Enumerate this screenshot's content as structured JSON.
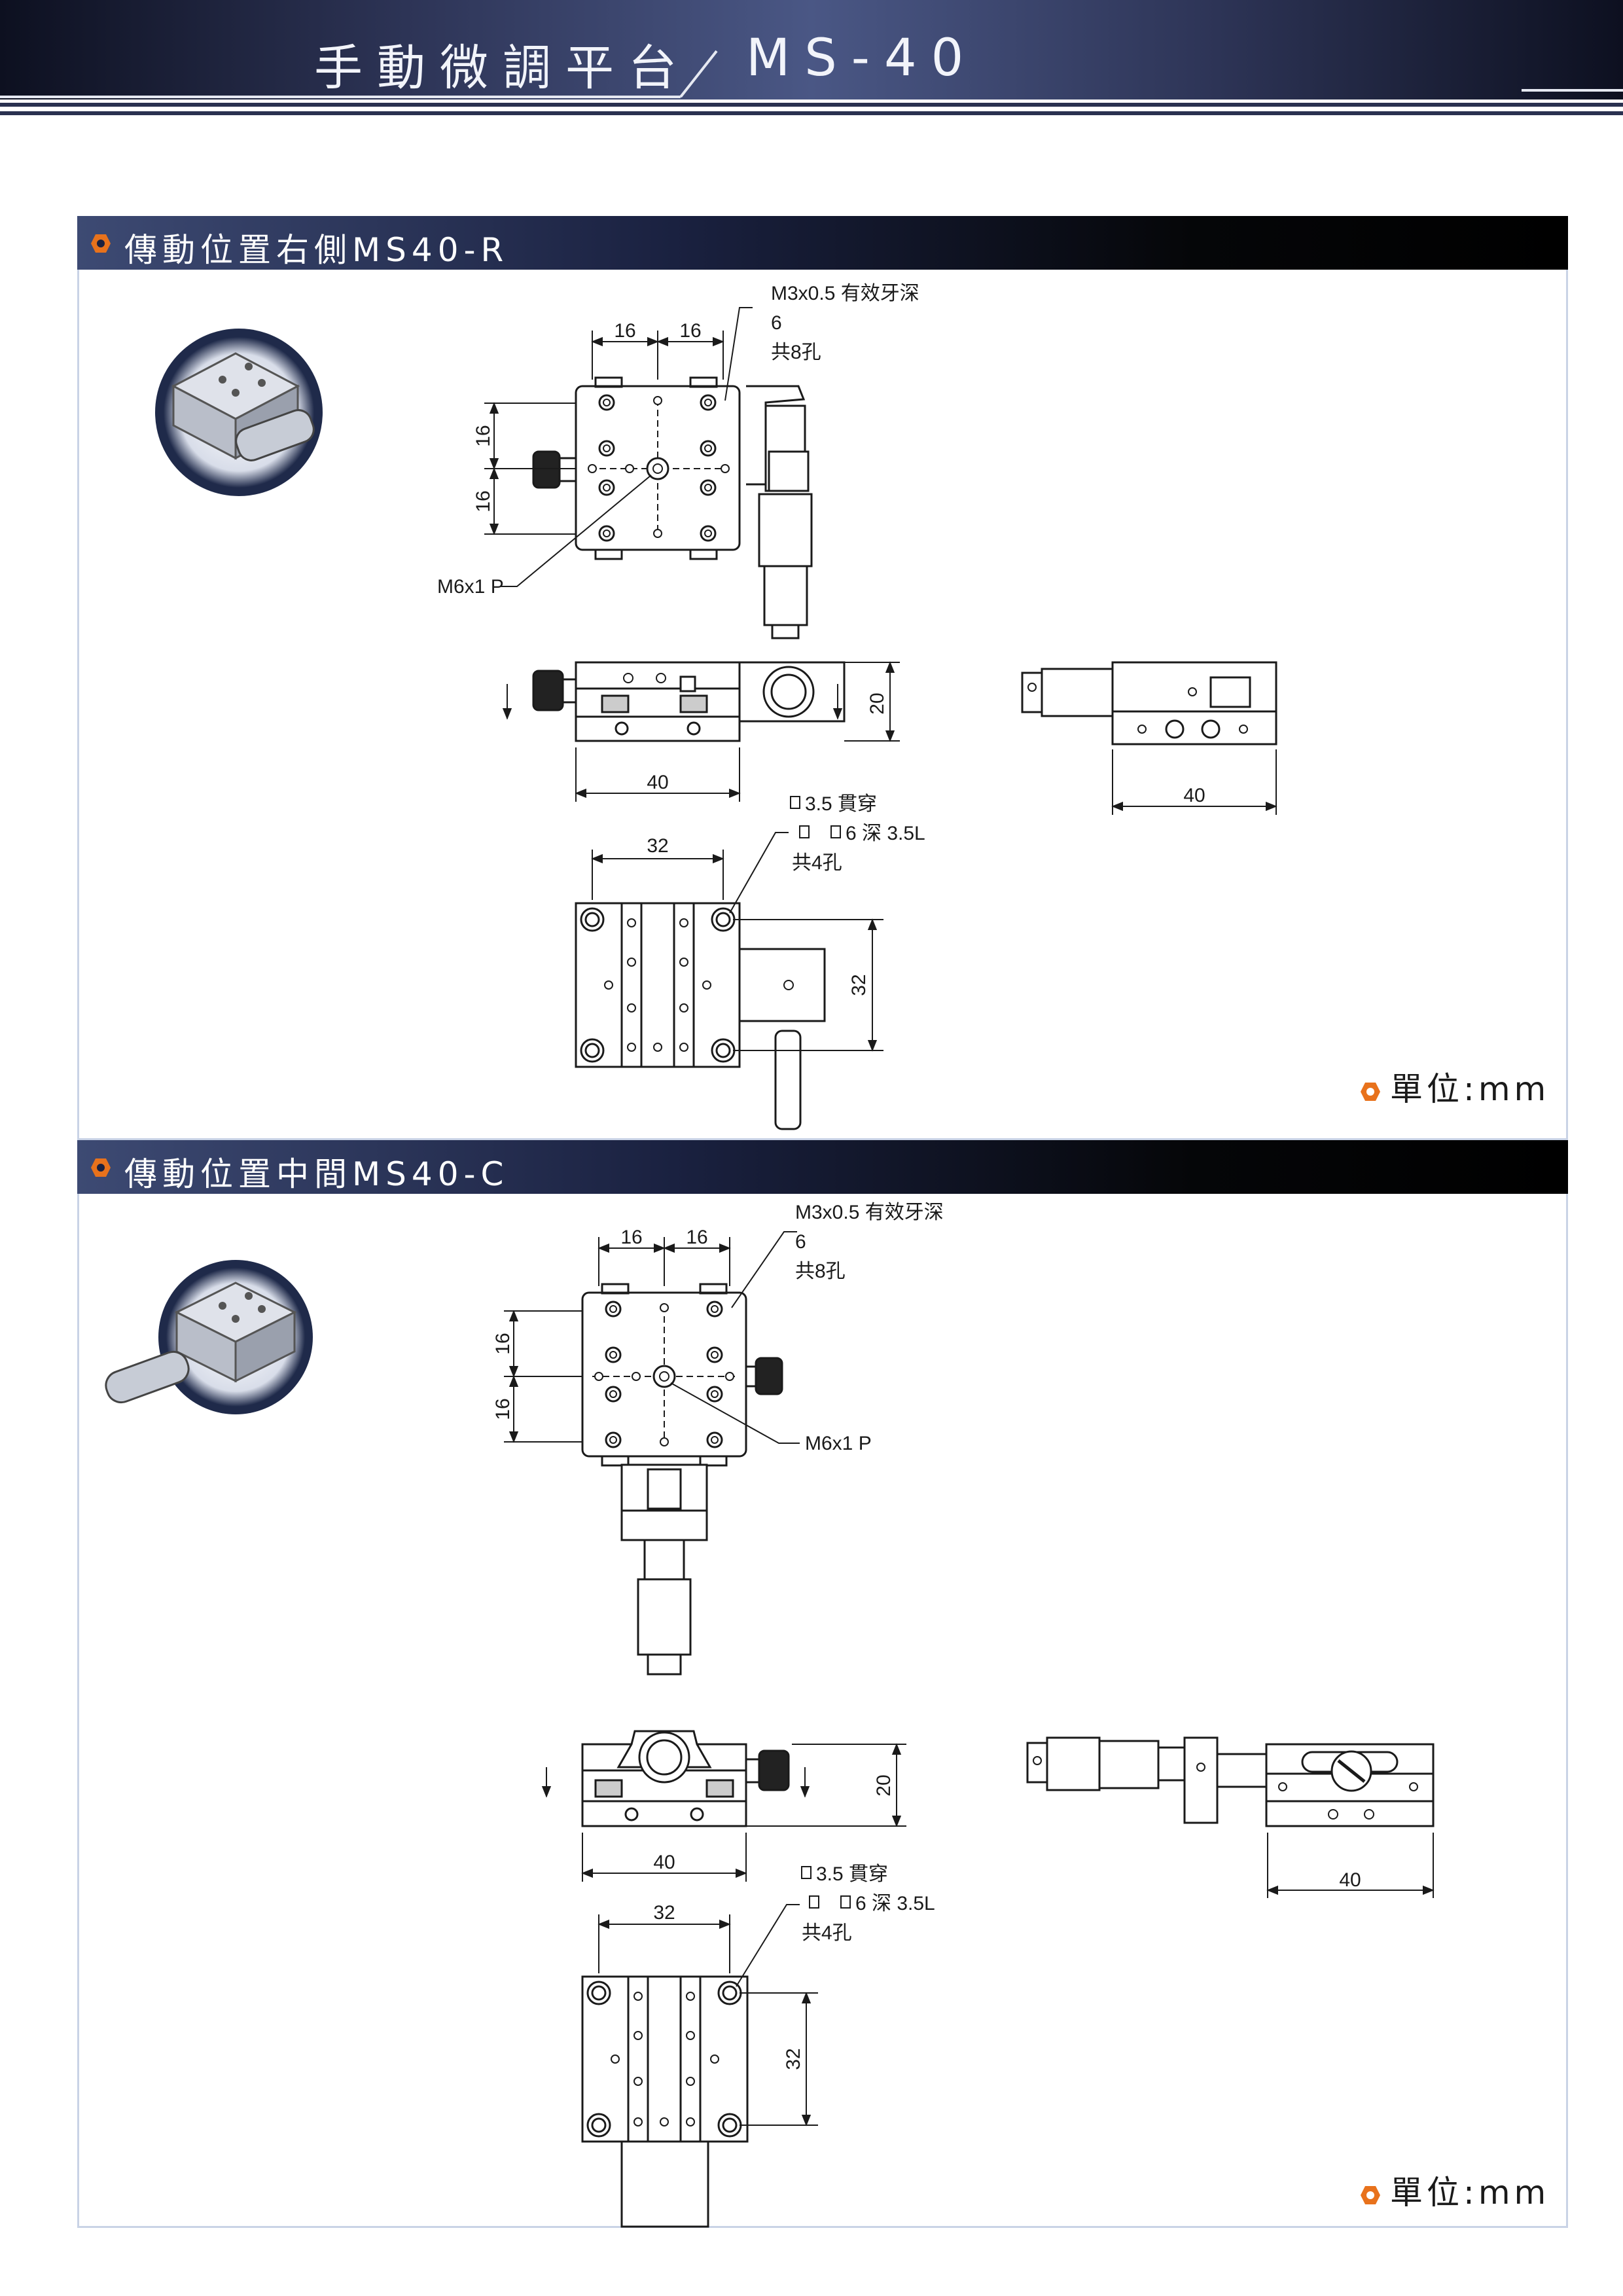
{
  "header": {
    "title": "手動微調平台",
    "model": "MS-40"
  },
  "sections": [
    {
      "title": "傳動位置右側MS40-R",
      "unit_label": "單位:mm",
      "dims": {
        "top_a": "16",
        "top_b": "16",
        "left_a": "16",
        "left_b": "16",
        "height": "20",
        "width": "40",
        "side_width": "40",
        "hole_span": "32",
        "hole_span_v": "32"
      },
      "notes": {
        "thread_1": "M3x0.5 有效牙深",
        "thread_2": "6",
        "thread_3": "共8孔",
        "center_hole": "M6x1 P",
        "mount_1": "3.5 貫穿",
        "mount_2": "6 深 3.5L",
        "mount_3": "共4孔"
      }
    },
    {
      "title": "傳動位置中間MS40-C",
      "unit_label": "單位:mm",
      "dims": {
        "top_a": "16",
        "top_b": "16",
        "left_a": "16",
        "left_b": "16",
        "height": "20",
        "width": "40",
        "side_width": "40",
        "hole_span": "32",
        "hole_span_v": "32"
      },
      "notes": {
        "thread_1": "M3x0.5 有效牙深",
        "thread_2": "6",
        "thread_3": "共8孔",
        "center_hole": "M6x1 P",
        "mount_1": "3.5 貫穿",
        "mount_2": "6 深 3.5L",
        "mount_3": "共4孔"
      }
    }
  ],
  "colors": {
    "header_dark": "#1b2138",
    "header_light": "#4a5785",
    "accent_hex": "#e8721c",
    "panel_border": "#c9d3e6"
  }
}
